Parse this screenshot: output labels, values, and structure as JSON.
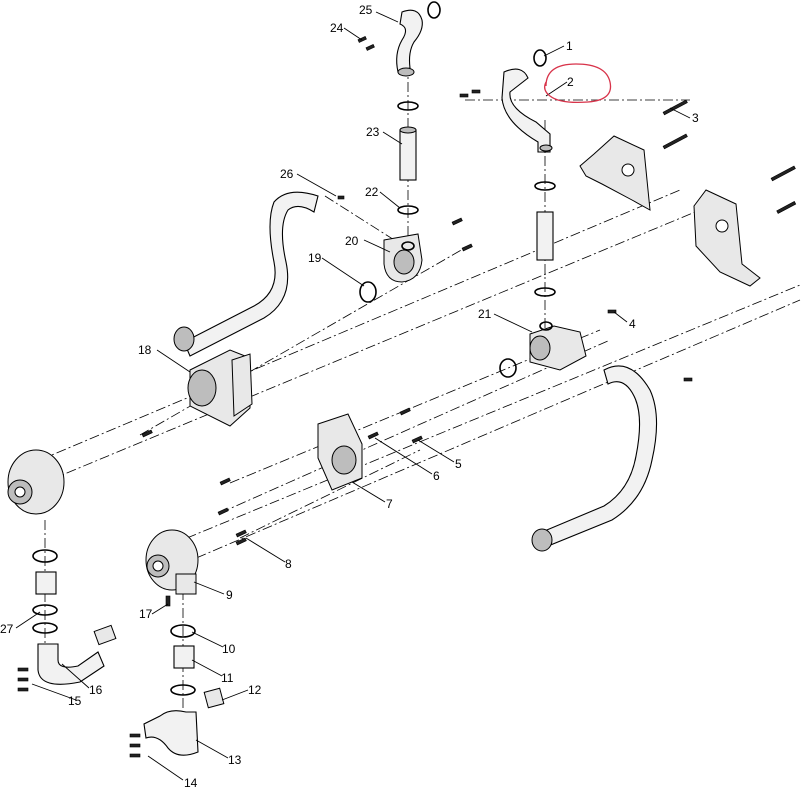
{
  "diagram": {
    "callouts": [
      {
        "id": "1",
        "text": "1"
      },
      {
        "id": "2",
        "text": "2"
      },
      {
        "id": "3",
        "text": "3"
      },
      {
        "id": "4",
        "text": "4"
      },
      {
        "id": "5",
        "text": "5"
      },
      {
        "id": "6",
        "text": "6"
      },
      {
        "id": "7",
        "text": "7"
      },
      {
        "id": "8",
        "text": "8"
      },
      {
        "id": "9",
        "text": "9"
      },
      {
        "id": "10",
        "text": "10"
      },
      {
        "id": "11",
        "text": "11"
      },
      {
        "id": "12",
        "text": "12"
      },
      {
        "id": "13",
        "text": "13"
      },
      {
        "id": "14",
        "text": "14"
      },
      {
        "id": "15",
        "text": "15"
      },
      {
        "id": "16",
        "text": "16"
      },
      {
        "id": "17",
        "text": "17"
      },
      {
        "id": "18",
        "text": "18"
      },
      {
        "id": "19",
        "text": "19"
      },
      {
        "id": "20",
        "text": "20"
      },
      {
        "id": "21",
        "text": "21"
      },
      {
        "id": "22",
        "text": "22"
      },
      {
        "id": "23",
        "text": "23"
      },
      {
        "id": "24",
        "text": "24"
      },
      {
        "id": "25",
        "text": "25"
      },
      {
        "id": "26",
        "text": "26"
      },
      {
        "id": "27",
        "text": "27"
      }
    ],
    "highlight": {
      "callout": "2",
      "color": "#d8334a"
    },
    "line_color": "#000000",
    "background": "#ffffff"
  }
}
